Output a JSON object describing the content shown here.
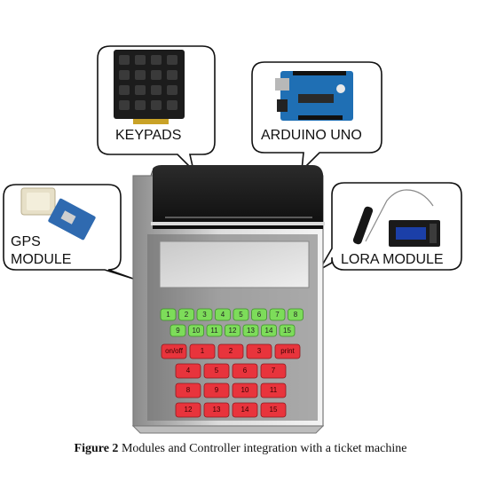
{
  "labels": {
    "keypads": "KEYPADS",
    "arduino": "ARDUINO UNO",
    "gps_line1": "GPS",
    "gps_line2": "MODULE",
    "lora": "LORA MODULE"
  },
  "caption": {
    "prefix": "Figure 2",
    "text": " Modules and Controller integration with a ticket machine"
  },
  "machine": {
    "green_row1": [
      "1",
      "2",
      "3",
      "4",
      "5",
      "6",
      "7",
      "8"
    ],
    "green_row2": [
      "9",
      "10",
      "11",
      "12",
      "13",
      "14",
      "15"
    ],
    "red_row1": [
      "on/off",
      "1",
      "2",
      "3",
      "print"
    ],
    "red_row2": [
      "4",
      "5",
      "6",
      "7"
    ],
    "red_row3": [
      "8",
      "9",
      "10",
      "11"
    ],
    "red_row4": [
      "12",
      "13",
      "14",
      "15"
    ]
  },
  "colors": {
    "green_key": "#7ddc5a",
    "red_key": "#e8343c",
    "screen": "#d6d6d6",
    "body": "#cfcfcf",
    "top": "#1e1e1e"
  }
}
